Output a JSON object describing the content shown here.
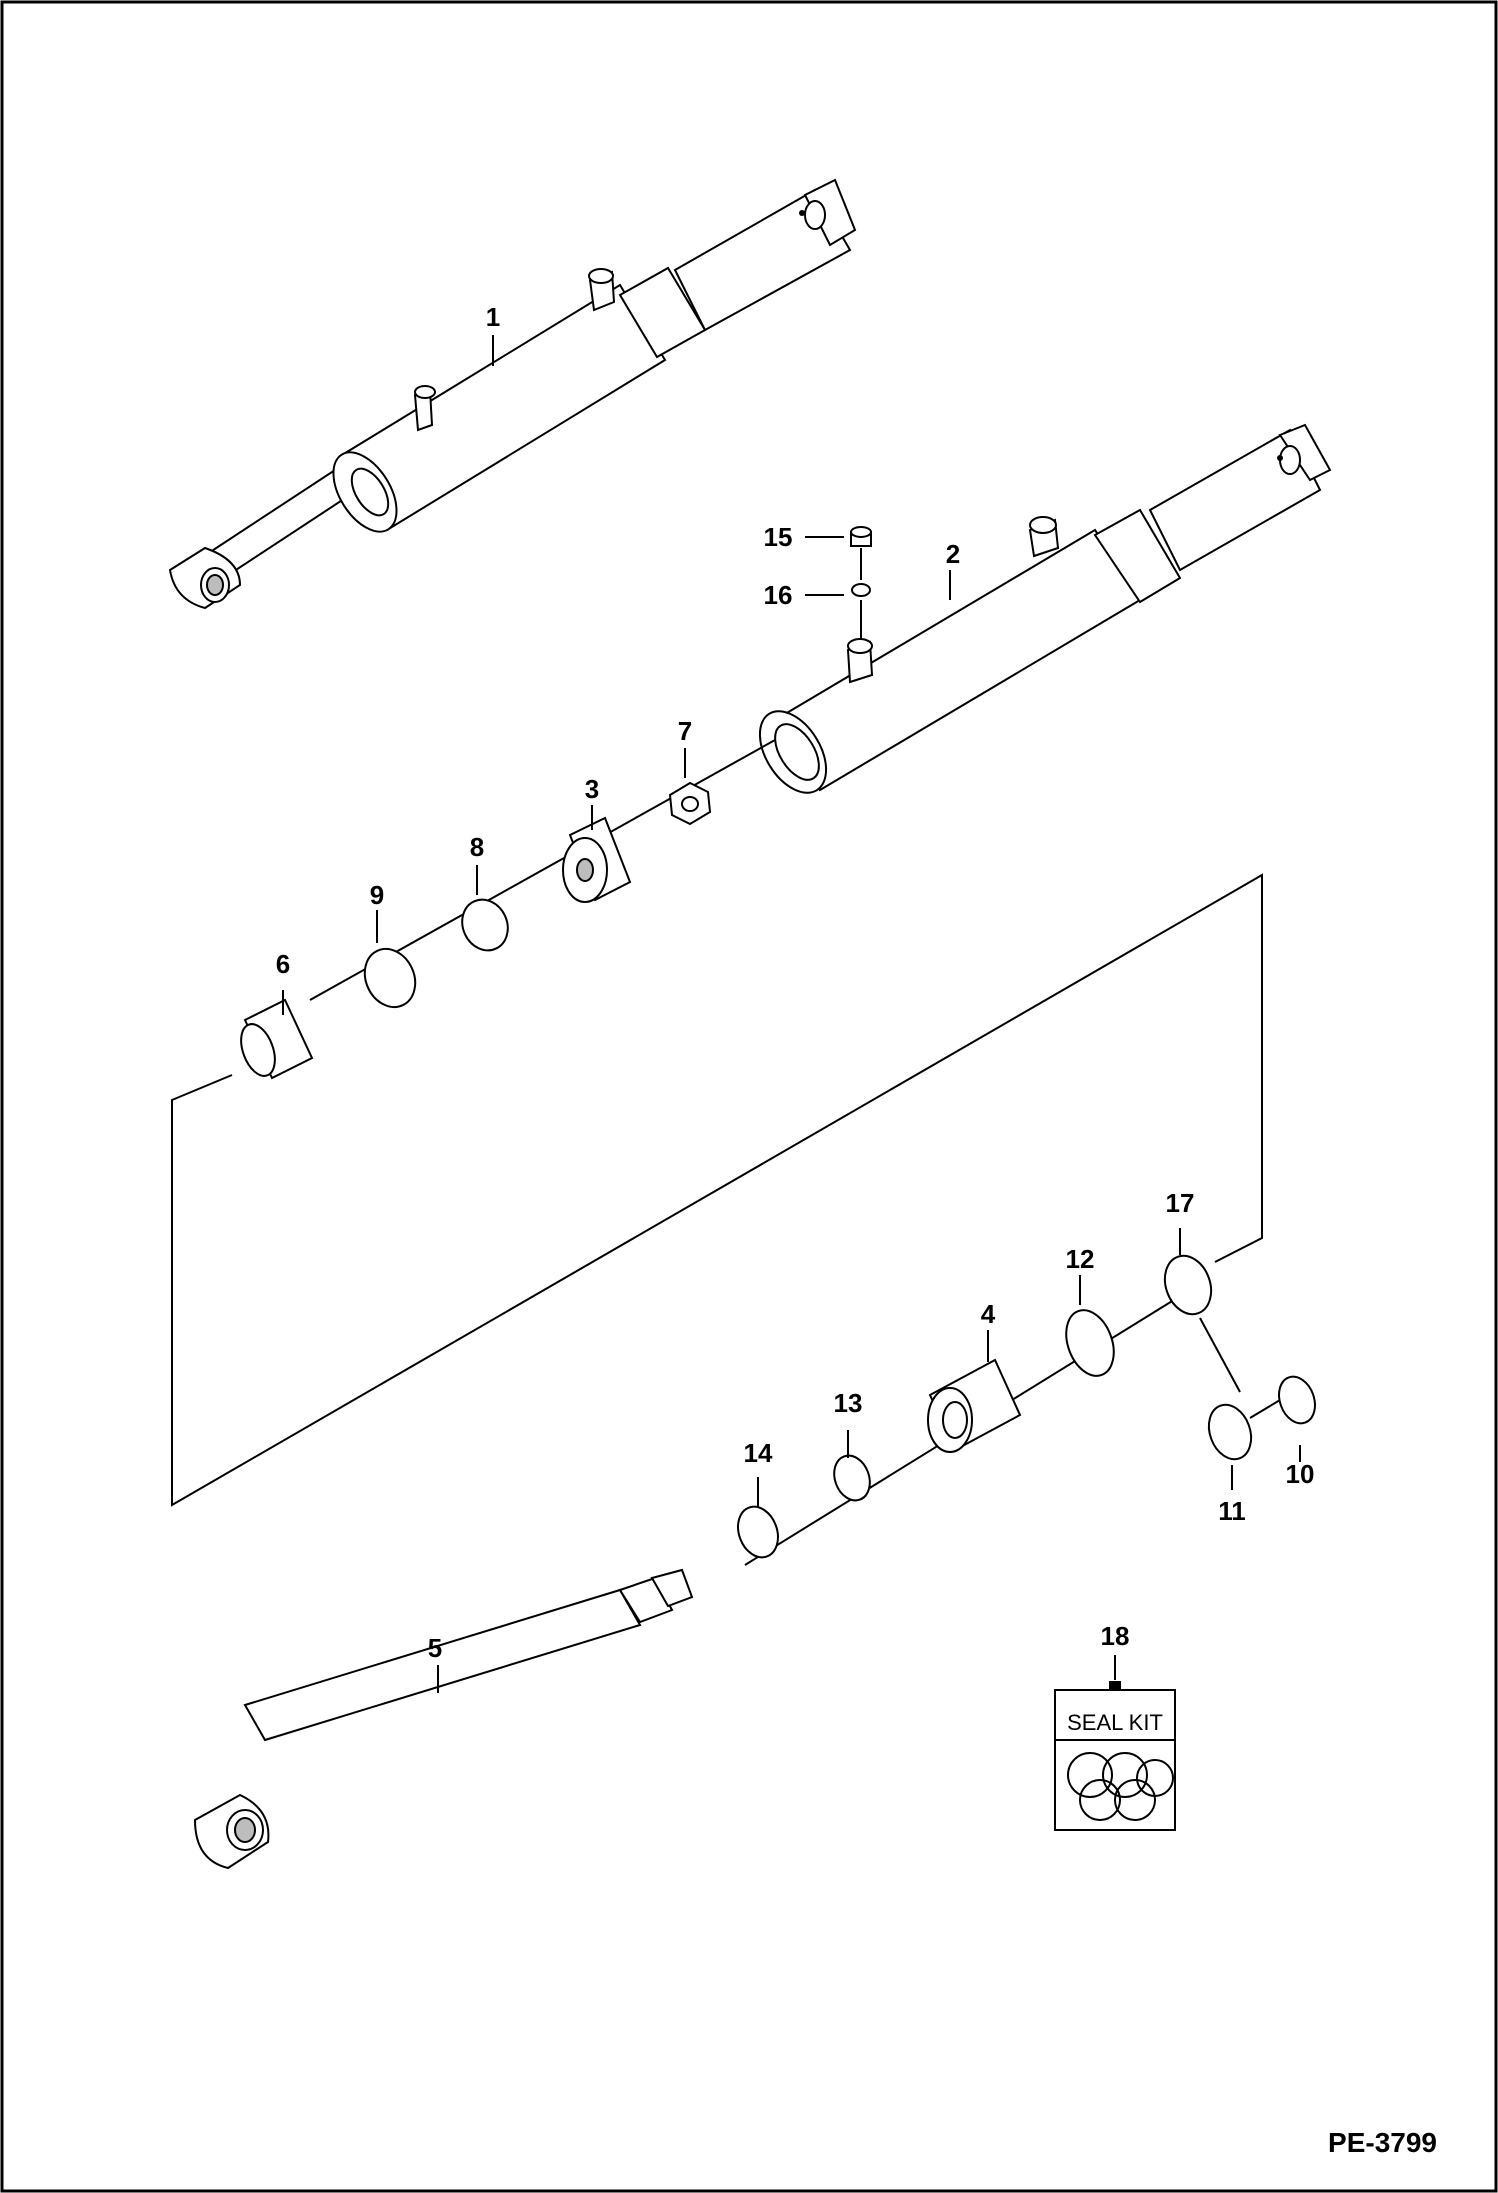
{
  "diagram": {
    "drawing_code": "PE-3799",
    "seal_kit_label": "SEAL KIT",
    "parts": [
      {
        "number": "1"
      },
      {
        "number": "2"
      },
      {
        "number": "3"
      },
      {
        "number": "4"
      },
      {
        "number": "5"
      },
      {
        "number": "6"
      },
      {
        "number": "7"
      },
      {
        "number": "8"
      },
      {
        "number": "9"
      },
      {
        "number": "10"
      },
      {
        "number": "11"
      },
      {
        "number": "12"
      },
      {
        "number": "13"
      },
      {
        "number": "14"
      },
      {
        "number": "15"
      },
      {
        "number": "16"
      },
      {
        "number": "17"
      },
      {
        "number": "18"
      }
    ]
  }
}
